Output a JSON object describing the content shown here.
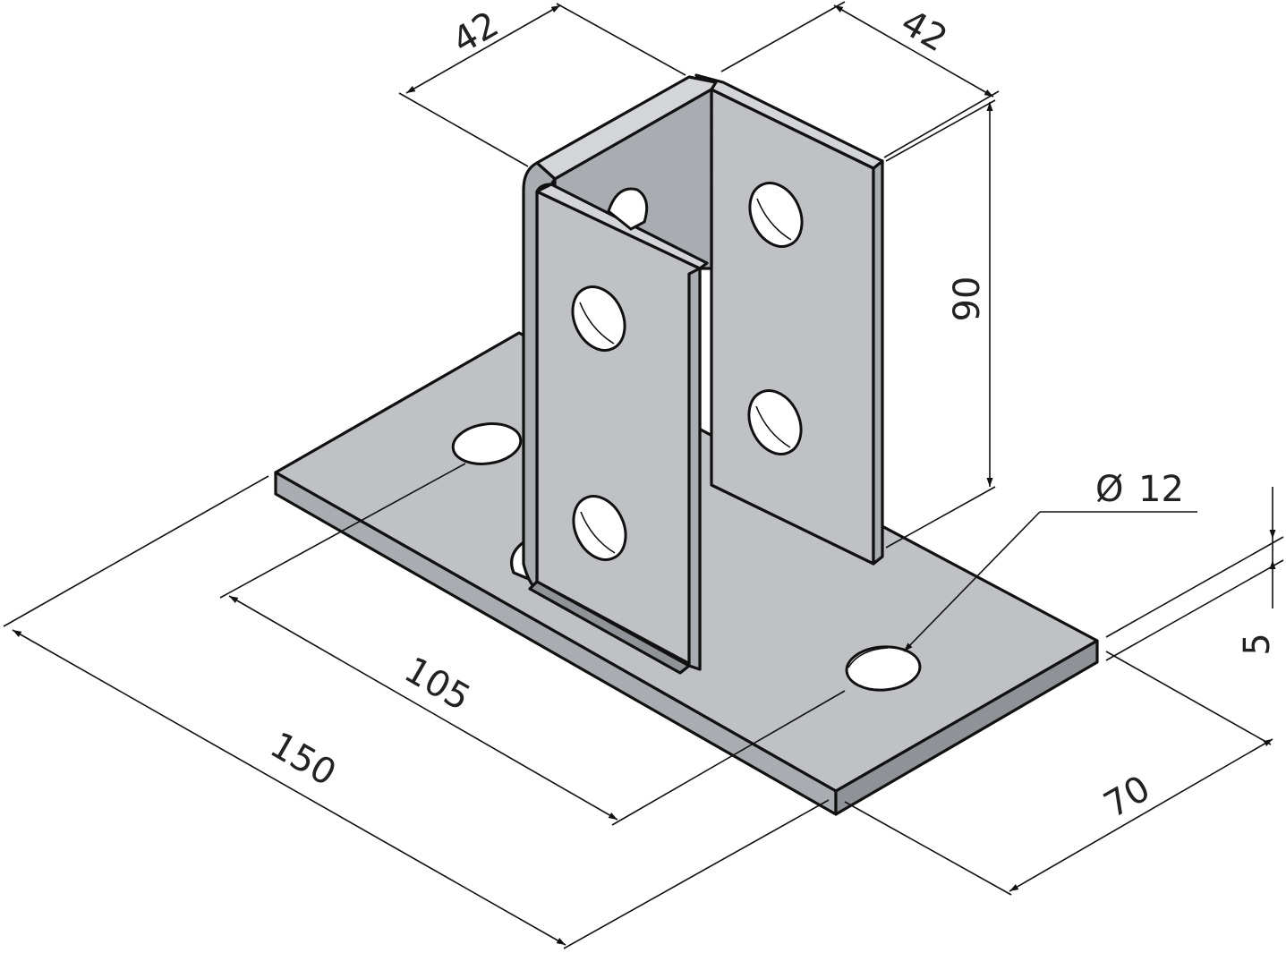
{
  "dimensions": {
    "base_length": "150",
    "hole_spacing": "105",
    "base_width": "70",
    "plate_thickness": "5",
    "post_height": "90",
    "post_width_left": "42",
    "post_width_right": "42",
    "hole_diameter": "12"
  },
  "symbols": {
    "diameter": "Ø"
  },
  "colors": {
    "steel_light": "#bfc1c4",
    "steel_mid": "#a9acb0",
    "steel_dark": "#8f9297",
    "line": "#111111",
    "background": "#ffffff"
  }
}
